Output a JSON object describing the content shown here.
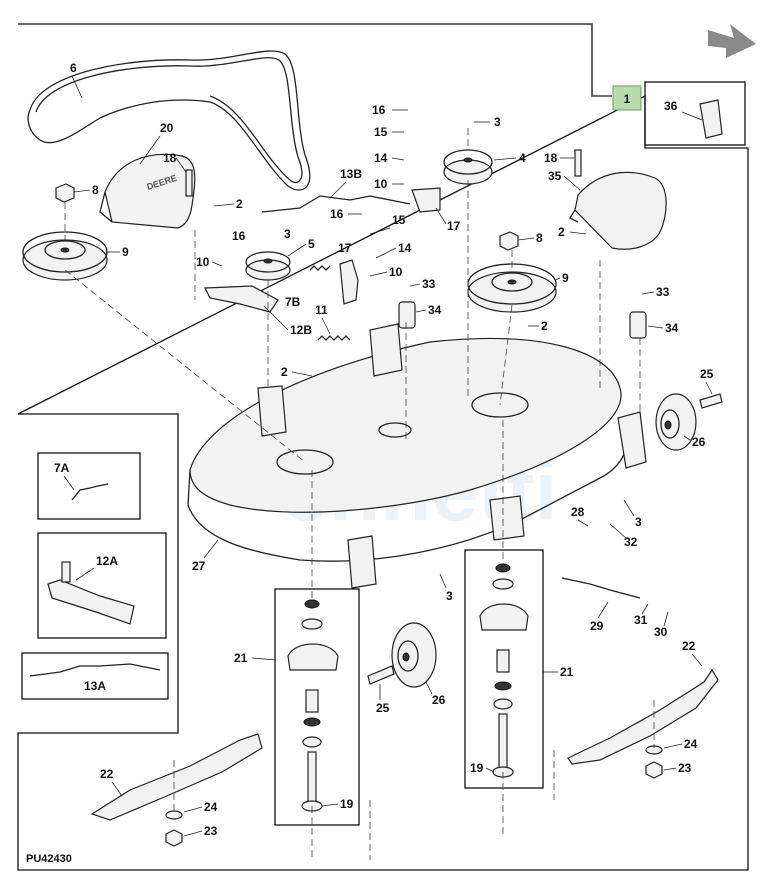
{
  "figure_code": "PU42430",
  "reference_tag": "1",
  "callouts": [
    "2",
    "3",
    "4",
    "5",
    "6",
    "7B",
    "8",
    "9",
    "10",
    "11",
    "12B",
    "13B",
    "14",
    "15",
    "16",
    "17",
    "18",
    "19",
    "20",
    "21",
    "22",
    "23",
    "24",
    "25",
    "26",
    "27",
    "28",
    "29",
    "30",
    "31",
    "32",
    "33",
    "34",
    "35",
    "36"
  ],
  "inset_labels": [
    "7A",
    "12A",
    "13A"
  ],
  "colors": {
    "line": "#222222",
    "tag_fill": "#b9dcae",
    "arrow_fill": "#8a8a8a",
    "watermark": "#c8dff0"
  },
  "icons": [
    "forward-arrow-icon"
  ]
}
